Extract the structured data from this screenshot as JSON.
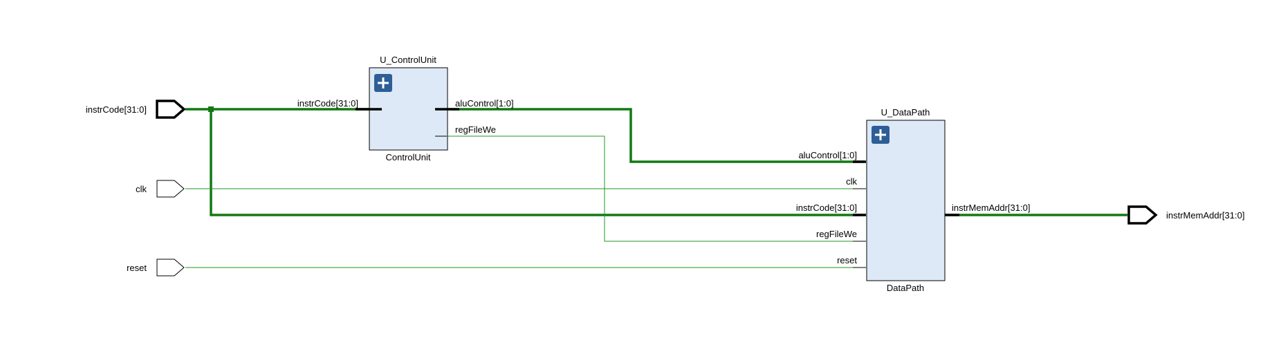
{
  "top_ports": {
    "instrCode": "instrCode[31:0]",
    "clk": "clk",
    "reset": "reset",
    "instrMemAddr": "instrMemAddr[31:0]"
  },
  "control_unit": {
    "instance_name": "U_ControlUnit",
    "module_name": "ControlUnit",
    "pins": {
      "instrCode": "instrCode[31:0]",
      "aluControl": "aluControl[1:0]",
      "regFileWe": "regFileWe"
    }
  },
  "data_path": {
    "instance_name": "U_DataPath",
    "module_name": "DataPath",
    "pins": {
      "aluControl": "aluControl[1:0]",
      "clk": "clk",
      "instrCode": "instrCode[31:0]",
      "regFileWe": "regFileWe",
      "reset": "reset",
      "instrMemAddr": "instrMemAddr[31:0]"
    }
  },
  "colors": {
    "wire_bus": "#117a11",
    "wire_thin": "#1e9a1e",
    "block_fill": "#dde9f7",
    "expand_button": "#2e5e96"
  },
  "icons": {
    "expand": "plus-icon"
  }
}
